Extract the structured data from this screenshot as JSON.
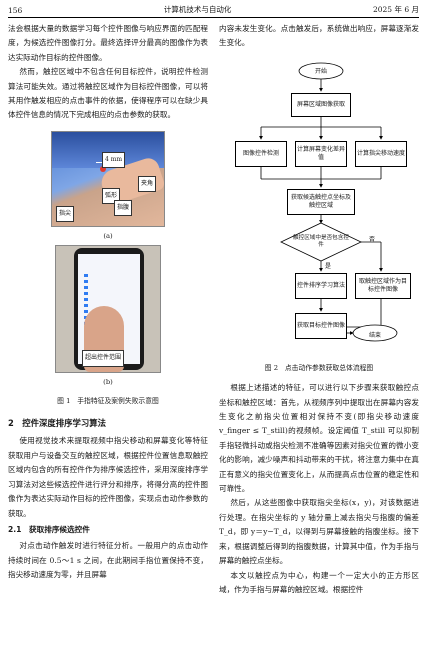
{
  "header": {
    "page_number": "156",
    "journal": "计算机技术与自动化",
    "date": "2025 年 6 月"
  },
  "left": {
    "p1": "法会根据大量的数据学习每个控件图像与响应界面的匹配程度，为候选控件图像打分。最终选择评分最高的图像作为表达实际动作目标的控件图像。",
    "p2": "然而，触控区域中不包含任何目标控件，说明控件检测算法可能失效。通过将触控区域作为目标控件图像，可以将其用作触发相应的点击事件的依据，使得程序可以在缺少具体控件信息的情况下完成相应的点击参数的获取。",
    "fig1": {
      "label_a": "(a)",
      "label_b": "(b)",
      "ann_4mm": "4 mm",
      "ann_angle": "夹角",
      "ann_arc": "弧形",
      "ann_contact": "指腹",
      "ann_tip": "指尖",
      "ann_range": "超出控件范围",
      "caption": "图 1　手指特征及案例失败示意图"
    },
    "sec2_title": "2　控件深度排序学习算法",
    "p3": "使用视觉技术来提取视频中指尖移动和屏幕变化等特征获取用户与设备交互的触控区域，根据控件位置信息取触控区域内包含的所有控件作为排序候选控件，采用深度排序学习算法对这些候选控件进行评分和排序，将得分高的控件图像作为表达实际动作目标的控件图像，实现点击动作参数的获取。",
    "sec21_title": "2.1　获取排序候选控件",
    "p4": "对点击动作触发时进行特征分析。一般用户的点击动作持续时间在 0.5～1 s 之间，在此期间手指位置保持不变，指尖移动速度为零，并且屏幕"
  },
  "right": {
    "p1": "内容未发生变化。点击触发后，系统做出响应，屏幕逐渐发生变化。",
    "flow": {
      "start": "开始",
      "b1": "屏幕区域图像获取",
      "b2": "图像控件检测",
      "b3": "计算屏幕变化差异值",
      "b4": "计算指尖移动速度",
      "b5": "获取候选触控点坐标及触控区域",
      "d1": "触控区域中是否包含控件",
      "yes": "是",
      "no": "否",
      "b6": "控件排序学习算法",
      "b7": "取触控区域作为目标控件图像",
      "b8": "获取目标控件图像",
      "end": "结束",
      "caption": "图 2　点击动作参数获取总体流程图"
    },
    "p2": "根据上述描述的特征，可以进行以下步骤来获取触控点坐标和触控区域：首先，从视频序列中提取出在屏幕内容发生变化之前指尖位置相对保持不变(即指尖移动速度 v_finger ≤ T_still)的视频帧。设定阈值 T_still 可以抑制手指轻微抖动或指尖检测不准确等因素对指尖位置的微小变化的影响，减少噪声和抖动带来的干扰，将注意力集中在真正有意义的指尖位置变化上，从而提高点击位置的稳定性和可靠性。",
    "p3": "然后，从这些图像中获取指尖坐标(x，y)，对该数据进行处理。在指尖坐标的 y 轴分量上减去指尖与指腹的偏差 T_d，即 y＝y−T_d，以得到与屏幕接触的指腹坐标。接下来，根据调整后得到的指腹数据，计算其中值，作为手指与屏幕的触控点坐标。",
    "p4": "本文以触控点为中心，构建一个一定大小的正方形区域，作为手指与屏幕的触控区域。根据控件"
  }
}
